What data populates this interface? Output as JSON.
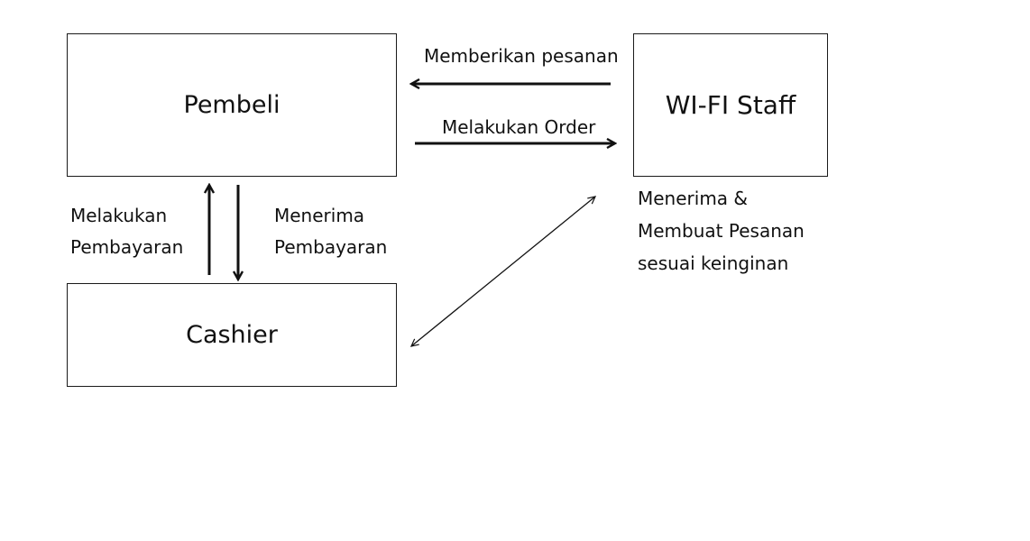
{
  "nodes": {
    "pembeli": "Pembeli",
    "staff": "WI-FI Staff",
    "cashier": "Cashier"
  },
  "edges": {
    "memberikan_pesanan": "Memberikan pesanan",
    "melakukan_order": "Melakukan Order",
    "melakukan_pembayaran": [
      "Melakukan",
      "Pembayaran"
    ],
    "menerima_pembayaran": [
      "Menerima",
      "Pembayaran"
    ],
    "membuat_pesanan": [
      "Menerima &",
      "Membuat Pesanan",
      "sesuai keinginan"
    ]
  }
}
